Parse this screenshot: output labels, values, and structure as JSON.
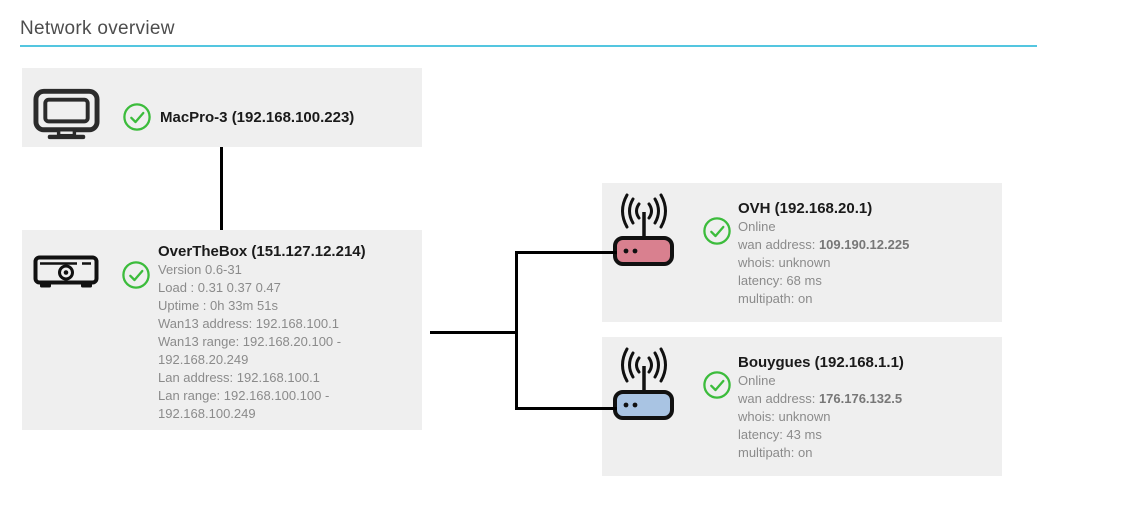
{
  "header": {
    "title": "Network overview"
  },
  "colors": {
    "underline": "#54c6e0",
    "card_bg": "#efefef",
    "status_green": "#3cbc3c",
    "router_ovh": "#d9808f",
    "router_bouygues": "#a9c4e3",
    "connector": "#000000"
  },
  "nodes": {
    "macpro": {
      "icon": "desktop-computer-icon",
      "status_icon": "check-circle-icon",
      "title": "MacPro-3 (192.168.100.223)"
    },
    "overthebox": {
      "icon": "set-top-box-icon",
      "status_icon": "check-circle-icon",
      "title": "OverTheBox (151.127.12.214)",
      "details": [
        "Version 0.6-31",
        "Load : 0.31 0.37 0.47",
        "Uptime : 0h 33m 51s",
        "Wan13 address: 192.168.100.1",
        "Wan13 range: 192.168.20.100 - 192.168.20.249",
        "Lan address: 192.168.100.1",
        "Lan range: 192.168.100.100 - 192.168.100.249"
      ]
    },
    "ovh": {
      "icon": "wifi-router-icon",
      "status_icon": "check-circle-icon",
      "title": "OVH (192.168.20.1)",
      "status_text": "Online",
      "wan_label": "wan address: ",
      "wan_value": "109.190.12.225",
      "details": [
        "whois: unknown",
        "latency: 68 ms",
        "multipath: on"
      ]
    },
    "bouygues": {
      "icon": "wifi-router-icon",
      "status_icon": "check-circle-icon",
      "title": "Bouygues (192.168.1.1)",
      "status_text": "Online",
      "wan_label": "wan address: ",
      "wan_value": "176.176.132.5",
      "details": [
        "whois: unknown",
        "latency: 43 ms",
        "multipath: on"
      ]
    }
  }
}
